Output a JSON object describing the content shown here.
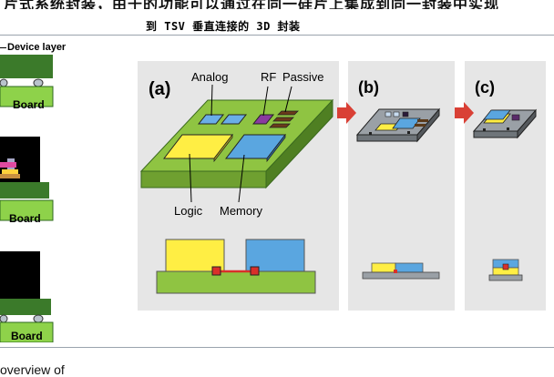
{
  "header": {
    "top_text_cut": "片式系统封装，由于的功能可以通过在同一硅片上集成到同一封装中实现",
    "caption": "到 TSV 垂直连接的 3D 封装"
  },
  "left_column": {
    "device_layer_label": "Device layer",
    "boards": [
      "Board",
      "Board",
      "Board"
    ]
  },
  "figure": {
    "panel_labels": [
      "(a)",
      "(b)",
      "(c)"
    ],
    "top_labels": {
      "analog": "Analog",
      "rf": "RF",
      "passive": "Passive"
    },
    "bottom_labels": {
      "logic": "Logic",
      "memory": "Memory"
    },
    "colors": {
      "panel_bg": "#e6e6e6",
      "substrate_green": "#8fc442",
      "logic_yellow": "#ffee44",
      "memory_blue": "#5aa6e0",
      "arrow_red": "#d94035",
      "board_green": "#8ed24a",
      "dark_green": "#3b7a2a"
    }
  },
  "footer": {
    "cut_text": "overview of"
  }
}
